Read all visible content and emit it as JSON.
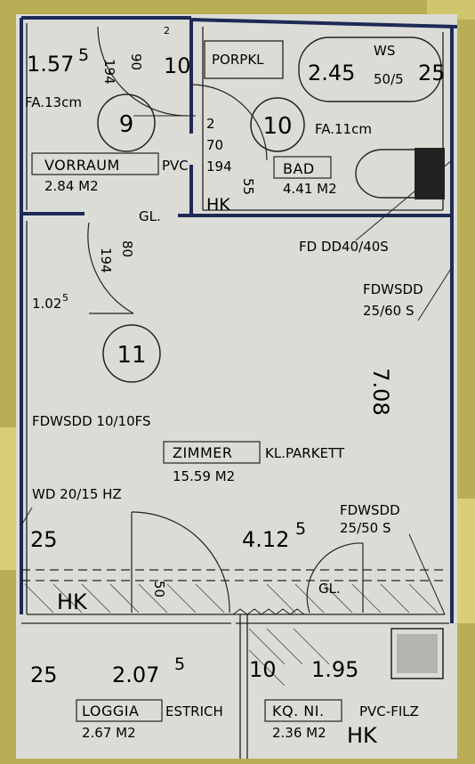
{
  "rooms": {
    "vorraum": {
      "number": "9",
      "name": "VORRAUM",
      "floor": "PVC",
      "area": "2.84 M2",
      "fa": "FA.13cm"
    },
    "bad": {
      "number": "10",
      "name": "BAD",
      "area": "4.41 M2",
      "fa": "FA.11cm",
      "porpkl": "PORPKL",
      "ws": "WS",
      "ws_size": "50/5"
    },
    "zimmer": {
      "number": "11",
      "name": "ZIMMER",
      "floor": "KL.PARKETT",
      "area": "15.59 M2"
    },
    "loggia": {
      "name": "LOGGIA",
      "floor": "ESTRICH",
      "area": "2.67 M2"
    },
    "kq": {
      "name": "KQ. NI.",
      "floor": "PVC-FILZ",
      "area": "2.36 M2"
    }
  },
  "dimensions": {
    "vorraum_w": "1.57",
    "vorraum_w_sup": "5",
    "d194_a": "194",
    "d90": "90",
    "d10_a": "10",
    "d2_a": "2",
    "d2_b": "2",
    "bad_w": "2.45",
    "d25_bad": "25",
    "d70": "70",
    "d194_b": "194",
    "d55": "55",
    "d80": "80",
    "d194_c": "194",
    "d102": "1.02",
    "d102_sup": "5",
    "height_708": "7.08",
    "d25_left": "25",
    "d412": "4.12",
    "d412_sup": "5",
    "d50": "50",
    "d25_loggia": "25",
    "d207": "2.07",
    "d207_sup": "5",
    "d10_loggia": "10",
    "d195": "1.95"
  },
  "annotations": {
    "hk_top": "HK",
    "hk_mid": "HK",
    "hk_bottom": "HK",
    "gl_top": "GL.",
    "gl_bottom": "GL.",
    "fd_dd": "FD DD40/40S",
    "fdwsdd_right_1": "FDWSDD",
    "fdwsdd_right_2": "25/60 S",
    "fdwsdd_left": "FDWSDD 10/10FS",
    "wd": "WD 20/15 HZ",
    "fdwsdd_lower_1": "FDWSDD",
    "fdwsdd_lower_2": "25/50 S"
  },
  "colors": {
    "paper": "#dcdcd7",
    "wall": "#1e2a55",
    "line": "#222222",
    "margin": "#b9ad55"
  }
}
